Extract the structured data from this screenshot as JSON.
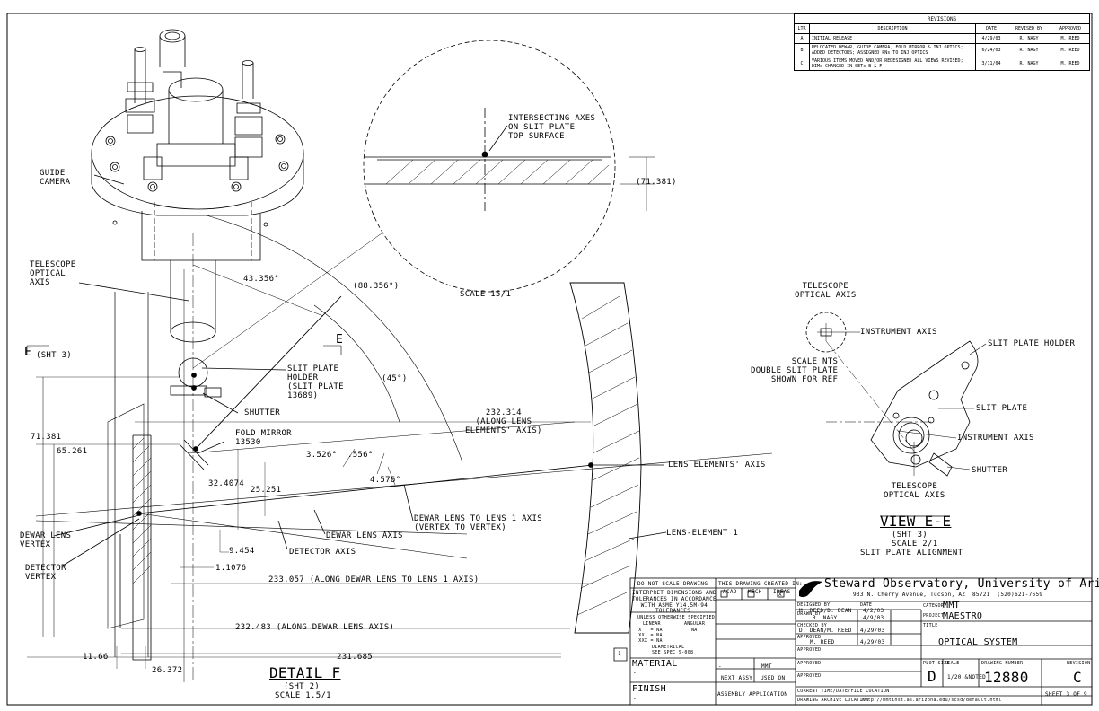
{
  "revisions": {
    "title": "REVISIONS",
    "headers": [
      "LTR",
      "DESCRIPTION",
      "DATE",
      "REVISED BY",
      "APPROVED"
    ],
    "rows": [
      [
        "A",
        "INITIAL RELEASE",
        "4/29/03",
        "R. NAGY",
        "M. REED"
      ],
      [
        "B",
        "RELOCATED DEWAR, GUIDE CAMERA, FOLD MIRROR & INJ OPTICS; ADDED DETECTORS; ASSIGNED PNs TO INJ OPTICS",
        "6/24/03",
        "R. NAGY",
        "M. REED"
      ],
      [
        "C",
        "VARIOUS ITEMS MOVED AND/OR REDESIGNED  ALL VIEWS REVISED; DIMs CHANGED IN SETs B & F",
        "3/11/04",
        "R. NAGY",
        "M. REED"
      ]
    ]
  },
  "detail_circle": {
    "label": "INTERSECTING AXES\nON SLIT PLATE\nTOP SURFACE",
    "dim": "(71.381)",
    "scale": "SCALE 15/1"
  },
  "main_view": {
    "guide_camera": "GUIDE\nCAMERA",
    "telescope_axis": "TELESCOPE\nOPTICAL\nAXIS",
    "angle_43": "43.356°",
    "angle_88": "(88.356°)",
    "angle_45": "(45°)",
    "section_e_left": "E",
    "section_e_right": "E",
    "sht3": "(SHT 3)",
    "slit_plate_holder": "SLIT PLATE\nHOLDER\n(SLIT PLATE\n13689)",
    "shutter": "SHUTTER",
    "dim_232_314": "232.314\n(ALONG LENS\nELEMENTS' AXIS)",
    "fold_mirror": "FOLD MIRROR\n13530",
    "dim_71_381": "71.381",
    "dim_65_261": "65.261",
    "dim_32_4074": "32.4074",
    "dim_25_251": "25.251",
    "angle_3_526": "3.526°",
    "angle_556": ".556°",
    "angle_4_576": "4.576°",
    "lens_axis": "LENS ELEMENTS' AXIS",
    "dewar_to_lens": "DEWAR LENS TO LENS 1 AXIS\n(VERTEX TO VERTEX)",
    "dewar_lens_axis": "DEWAR LENS AXIS",
    "detector_axis": "DETECTOR AXIS",
    "dim_9_454": "9.454",
    "dim_1_1076": "1.1076",
    "lens_element_1": "LENS-ELEMENT 1",
    "dewar_vertex": "DEWAR LENS\nVERTEX",
    "detector_vertex": "DETECTOR\nVERTEX",
    "dim_233_057": "233.057 (ALONG DEWAR LENS TO LENS 1 AXIS)",
    "dim_232_483": "232.483 (ALONG DEWAR LENS AXIS)",
    "dim_11_66": "11.66",
    "dim_231_685": "231.685",
    "dim_26_372": "26.372",
    "detail_title": "DETAIL F",
    "detail_sht": "(SHT 2)",
    "detail_scale": "SCALE 1.5/1"
  },
  "view_ee": {
    "telescope_axis_top": "TELESCOPE\nOPTICAL AXIS",
    "instrument_axis_top": "INSTRUMENT AXIS",
    "note": "SCALE NTS\nDOUBLE SLIT PLATE\nSHOWN FOR REF",
    "slit_plate_holder": "SLIT PLATE HOLDER",
    "slit_plate": "SLIT PLATE",
    "instrument_axis": "INSTRUMENT AXIS",
    "shutter": "SHUTTER",
    "telescope_axis_bottom": "TELESCOPE\nOPTICAL AXIS",
    "title": "VIEW E-E",
    "sht": "(SHT 3)",
    "scale": "SCALE 2/1",
    "subtitle": "SLIT PLATE ALIGNMENT"
  },
  "title_block": {
    "do_not_scale": "DO NOT SCALE DRAWING",
    "interpret": "INTERPRET DIMENSIONS AND\nTOLERANCES IN ACCORDANCE\nWITH ASME Y14.5M-94",
    "tolerances": "TOLERANCES",
    "unless": "UNLESS OTHERWISE SPECIFIED",
    "linear": "LINEAR",
    "angular": "ANGULAR",
    "tol_values": ".X   = NA\n.XX  = NA\n.XXX = NA",
    "angular_value": "NA",
    "diametrical": "DIAMETRICAL",
    "see_spec": "SEE SPEC S-008",
    "created_in": "THIS DRAWING CREATED IN:",
    "acad": "ACAD",
    "mech": "MECH",
    "ideas": "IDEAS",
    "ideas_mark": "X",
    "material": "MATERIAL",
    "material_value": "-",
    "finish": "FINISH",
    "finish_value": "-",
    "next_assy_value": "-",
    "used_on_value": "MMT",
    "next_assy": "NEXT ASSY",
    "used_on": "USED ON",
    "assembly_application": "ASSEMBLY APPLICATION",
    "sheet_marker": "1",
    "org": "Steward Observatory, University of Arizona",
    "address": "933 N. Cherry Avenue, Tucson, AZ  85721  (520)621-7659",
    "designed_by_label": "DESIGNED BY",
    "designed_by": "M. REED/D. DEAN",
    "date_label": "DATE",
    "date1": "4/2/03",
    "drawn_by_label": "DRAWN BY",
    "drawn_by": "R. NAGY",
    "date2": "4/9/03",
    "checked_by_label": "CHECKED BY",
    "checked_by": "D. DEAN/M. REED",
    "date3": "4/29/03",
    "approved_label": "APPROVED",
    "approved_by": "M. REED",
    "date4": "4/29/03",
    "category_label": "CATEGORY",
    "category": "MMT",
    "project_label": "PROJECT",
    "project": "MAESTRO",
    "title_label": "TITLE",
    "title": "OPTICAL SYSTEM",
    "plot_size_label": "PLOT SIZE",
    "plot_size": "D",
    "scale_label": "SCALE",
    "scale": "1/20 &NOTED",
    "drawing_number_label": "DRAWING NUMBER",
    "drawing_number": "12880",
    "revision_label": "REVISION",
    "revision": "C",
    "current_time_label": "CURRENT TIME/DATE/FILE LOCATION",
    "archive_label": "DRAWING ARCHIVE LOCATION",
    "archive_url": "http://mmtinst.as.arizona.edu/scsd/default.html",
    "sheet": "SHEET 3 OF 9"
  }
}
